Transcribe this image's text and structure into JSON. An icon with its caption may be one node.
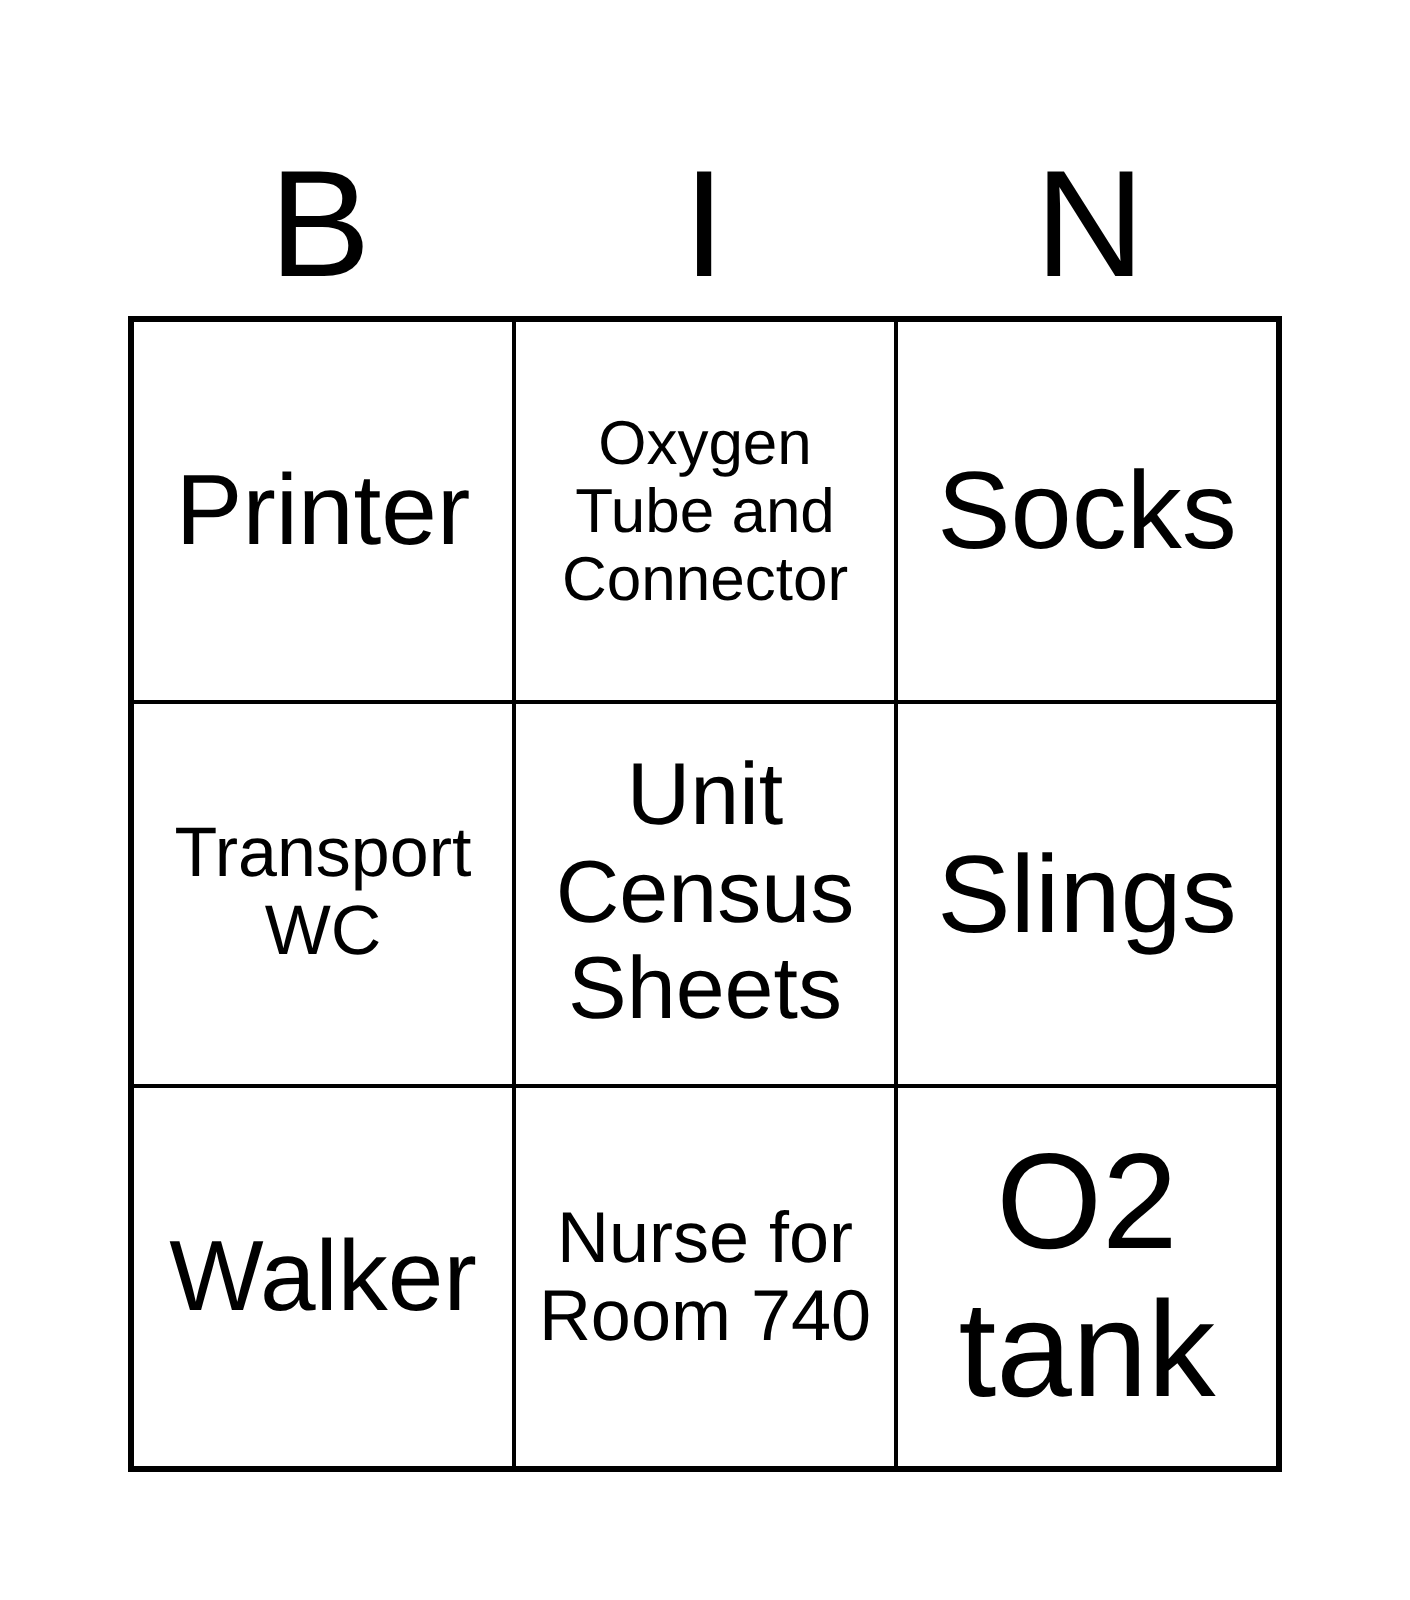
{
  "diagram": {
    "labels": [
      "B",
      "I",
      "N",
      "Printer",
      "Oxygen Tube and Connector",
      "Socks",
      "Transport WC",
      "Unit Census Sheets",
      "Slings",
      "Walker",
      "Nurse for Room 740",
      "O2 tank"
    ]
  }
}
